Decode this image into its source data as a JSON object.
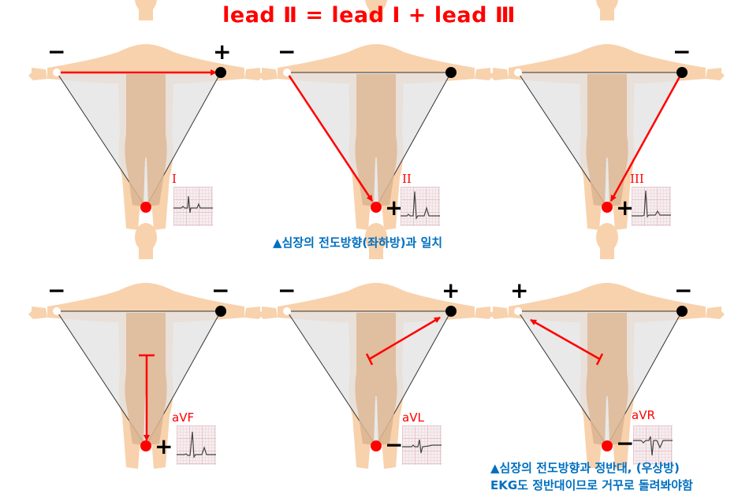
{
  "title": "lead Ⅱ = lead Ⅰ + lead Ⅲ",
  "colors": {
    "accent_red": "#ff0000",
    "caption_blue": "#0070c0",
    "skin": "#f8d2ad",
    "torso_shade": "#dfb896",
    "triangle_fill": "#e3e3e3",
    "electrode_black": "#000000",
    "electrode_red": "#ff0000"
  },
  "captions": {
    "row1": "▲심장의 전도방향(좌하방)과 일치",
    "avr_line1": "▲심장의 전도방향과 정반대, (우상방)",
    "avr_line2": "EKG도 정반대이므로 거꾸로 돌려봐야함"
  },
  "panels": [
    {
      "id": "lead-I",
      "label": "I",
      "left_sign": "−",
      "right_sign": "+",
      "foot_sign": "",
      "arrow": "left-to-right-arm",
      "ekg": "upright-small"
    },
    {
      "id": "lead-II",
      "label": "II",
      "left_sign": "−",
      "right_sign": "",
      "foot_sign": "+",
      "arrow": "right-arm-to-foot",
      "ekg": "upright-tall"
    },
    {
      "id": "lead-III",
      "label": "III",
      "left_sign": "",
      "right_sign": "−",
      "foot_sign": "+",
      "arrow": "left-arm-to-foot",
      "ekg": "upright-tall"
    },
    {
      "id": "lead-aVF",
      "label": "aVF",
      "left_sign": "−",
      "right_sign": "−",
      "foot_sign": "+",
      "arrow": "center-to-foot",
      "ekg": "upright-tall"
    },
    {
      "id": "lead-aVL",
      "label": "aVL",
      "left_sign": "−",
      "right_sign": "+",
      "foot_sign": "−",
      "arrow": "center-to-left-arm",
      "ekg": "biphasic-small"
    },
    {
      "id": "lead-aVR",
      "label": "aVR",
      "left_sign": "+",
      "right_sign": "−",
      "foot_sign": "−",
      "arrow": "center-to-right-arm",
      "ekg": "inverted"
    }
  ]
}
